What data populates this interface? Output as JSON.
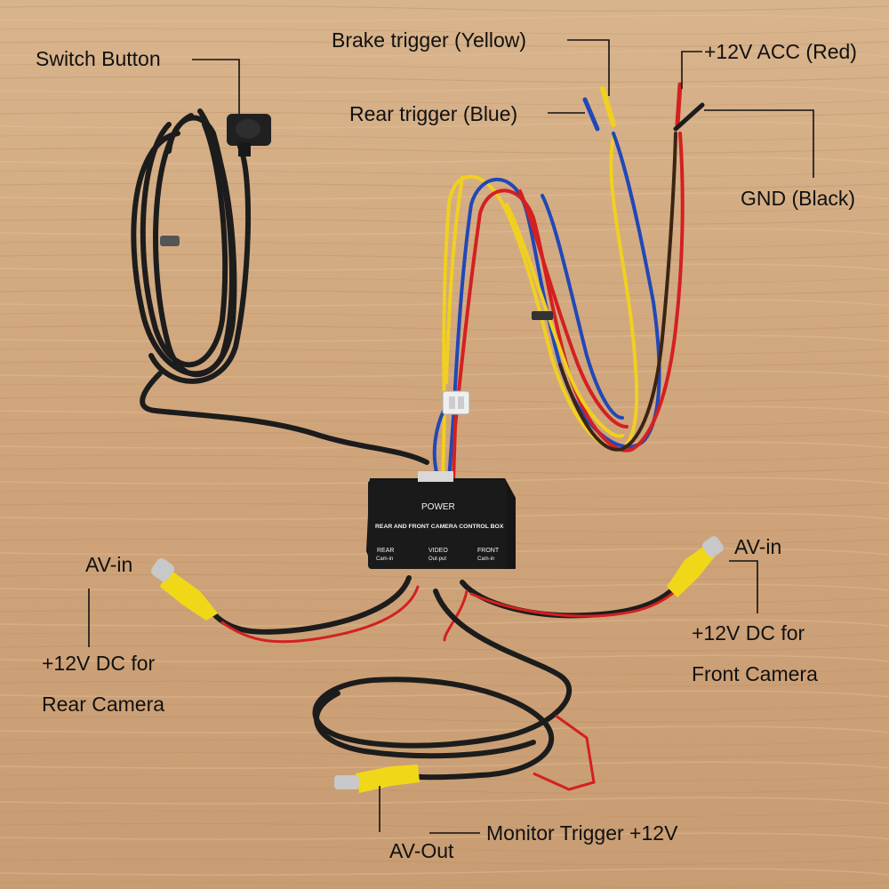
{
  "labels": {
    "switch_button": "Switch Button",
    "brake_trigger": "Brake trigger (Yellow)",
    "rear_trigger": "Rear trigger (Blue)",
    "acc": "+12V ACC (Red)",
    "gnd": "GND (Black)",
    "av_in_rear": "AV-in",
    "rear_dc_line1": "+12V DC for",
    "rear_dc_line2": "Rear Camera",
    "av_in_front": "AV-in",
    "front_dc_line1": "+12V DC for",
    "front_dc_line2": "Front Camera",
    "monitor_trigger": "Monitor Trigger +12V",
    "av_out": "AV-Out"
  },
  "control_box": {
    "power": "POWER",
    "title": "REAR AND FRONT CAMERA CONTROL BOX",
    "rear": "REAR",
    "rear_sub": "Cam-in",
    "video": "VIDEO",
    "video_sub": "Out-put",
    "front": "FRONT",
    "front_sub": "Cam-in"
  },
  "colors": {
    "wood": "#d2a77c",
    "cable_black": "#1c1c1c",
    "wire_red": "#d42020",
    "wire_yellow": "#f0d020",
    "wire_blue": "#2048b8",
    "rca_yellow": "#f0d818"
  }
}
